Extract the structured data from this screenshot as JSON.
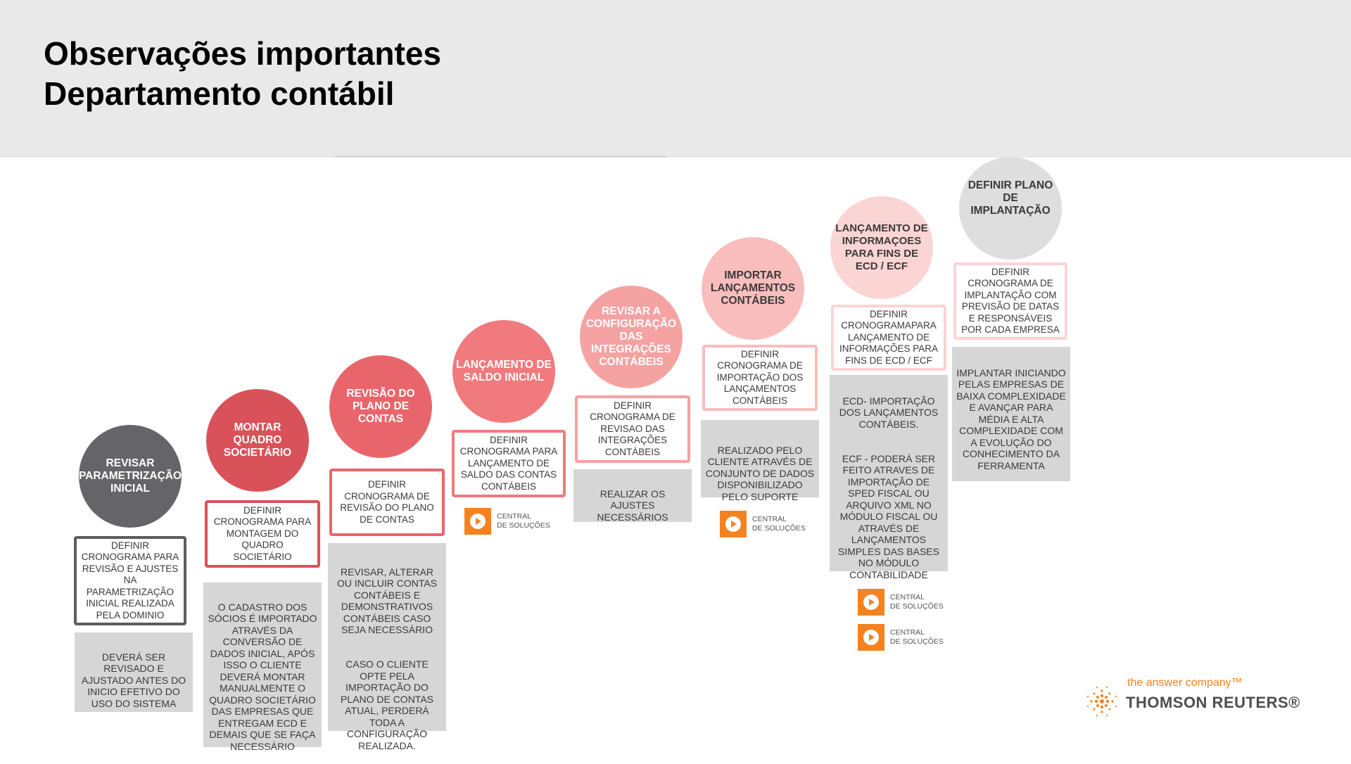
{
  "title": {
    "line1": "Observações importantes",
    "line2": "Departamento contábil"
  },
  "steps": [
    {
      "circle": "REVISAR PARAMETRIZAÇÃO INICIAL",
      "box": "DEFINIR CRONOGRAMA PARA REVISÃO E AJUSTES NA PARAMETRIZAÇÃO INICIAL REALIZADA PELA DOMINIO",
      "note": [
        "DEVERÁ SER REVISADO E AJUSTADO ANTES DO INICIO EFETIVO DO USO DO SISTEMA"
      ]
    },
    {
      "circle": "MONTAR QUADRO SOCIETÁRIO",
      "box": "DEFINIR CRONOGRAMA PARA MONTAGEM DO QUADRO SOCIETÁRIO",
      "note": [
        "O CADASTRO DOS SÓCIOS É IMPORTADO ATRAVÉS DA CONVERSÃO DE DADOS INICIAL, APÓS ISSO O CLIENTE DEVERÁ MONTAR MANUALMENTE O QUADRO SOCIETÁRIO DAS EMPRESAS QUE ENTREGAM ECD E DEMAIS QUE SE FAÇA NECESSÁRIO"
      ]
    },
    {
      "circle": "REVISÃO DO PLANO DE CONTAS",
      "box": "DEFINIR CRONOGRAMA DE REVISÃO DO PLANO DE CONTAS",
      "note": [
        "REVISAR, ALTERAR OU INCLUIR CONTAS CONTÁBEIS E DEMONSTRATIVOS CONTÁBEIS CASO SEJA NECESSÁRIO",
        "CASO O CLIENTE OPTE PELA IMPORTAÇÃO DO PLANO DE CONTAS ATUAL, PERDERÁ TODA A CONFIGURAÇÃO REALIZADA."
      ]
    },
    {
      "circle": "LANÇAMENTO DE SALDO INICIAL",
      "box": "DEFINIR CRONOGRAMA PARA LANÇAMENTO DE SALDO DAS CONTAS CONTÁBEIS",
      "note": []
    },
    {
      "circle": "REVISAR A CONFIGURAÇÃO DAS INTEGRAÇÕES CONTÁBEIS",
      "box": "DEFINIR CRONOGRAMA DE REVISAO DAS INTEGRAÇÕES CONTÁBEIS",
      "note": [
        "REALIZAR OS AJUSTES NECESSÁRIOS"
      ]
    },
    {
      "circle": "IMPORTAR LANÇAMENTOS CONTÁBEIS",
      "box": "DEFINIR CRONOGRAMA DE IMPORTAÇÃO DOS LANÇAMENTOS CONTÁBEIS",
      "note": [
        "REALIZADO PELO CLIENTE ATRAVÉS DE CONJUNTO DE DADOS DISPONIBILIZADO PELO SUPORTE"
      ]
    },
    {
      "circle": "LANÇAMENTO DE INFORMAÇOES PARA FINS DE ECD / ECF",
      "box": "DEFINIR CRONOGRAMAPARA LANÇAMENTO DE INFORMAÇÕES PARA FINS DE ECD / ECF",
      "note": [
        "ECD- IMPORTAÇÃO DOS LANÇAMENTOS CONTÁBEIS.",
        "ECF - PODERÁ SER FEITO ATRAVES DE IMPORTAÇÃO DE SPED FISCAL OU ARQUIVO XML NO MÓDULO FISCAL OU ATRAVÉS DE LANÇAMENTOS SIMPLES DAS BASES NO MÓDULO CONTABILIDADE"
      ]
    },
    {
      "circle": "DEFINIR PLANO DE IMPLANTAÇÃO",
      "box": "DEFINIR CRONOGRAMA DE IMPLANTAÇÃO COM PREVISÃO DE DATAS E RESPONSÁVEIS POR CADA EMPRESA",
      "note": [
        "IMPLANTAR INICIANDO PELAS EMPRESAS DE BAIXA COMPLEXIDADE E AVANÇAR PARA MÉDIA E ALTA COMPLEXIDADE COM A EVOLUÇÃO DO CONHECIMENTO DA FERRAMENTA"
      ]
    }
  ],
  "central": {
    "line1": "CENTRAL",
    "line2": "DE SOLUÇÕES"
  },
  "brand": {
    "tagline": "the answer company™",
    "name": "THOMSON REUTERS®"
  },
  "colors": {
    "accent_orange": "#f58220",
    "step_circles": [
      "#646469",
      "#d9525a",
      "#e8666b",
      "#f07a7d",
      "#f5a2a3",
      "#f9bdbd",
      "#fbd4d4",
      "#dedede"
    ],
    "step_borders": [
      "#5c5c62",
      "#d9525a",
      "#e8666b",
      "#f07a7d",
      "#f5a2a3",
      "#f9bdbd",
      "#fbd4d4",
      "#fbd4d4"
    ],
    "note_bg": "#d6d6d6"
  }
}
